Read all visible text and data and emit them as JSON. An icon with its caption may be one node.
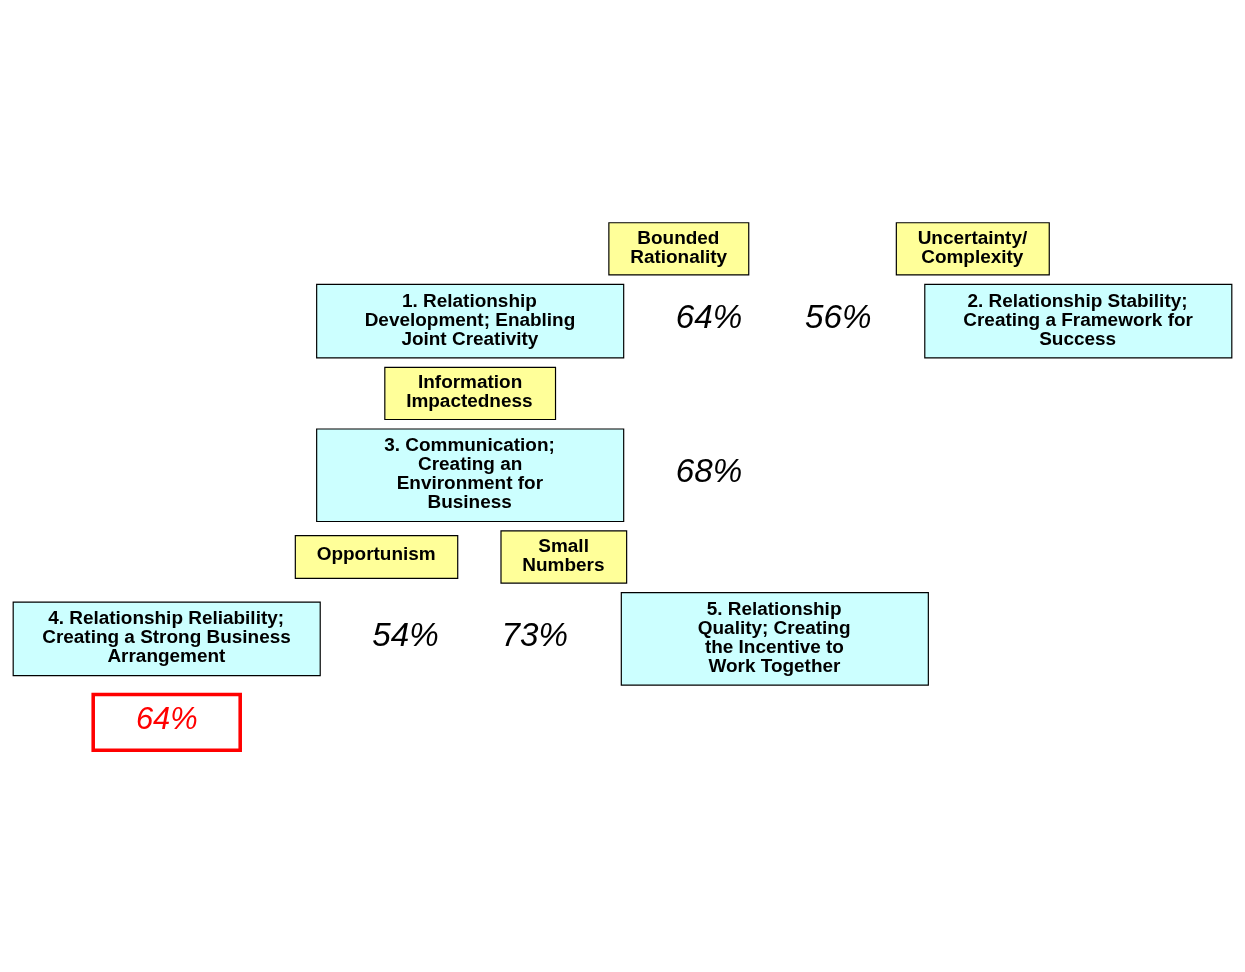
{
  "diagram": {
    "nodes": [
      {
        "text": [
          "Bounded Rationality"
        ]
      },
      {
        "text": [
          "1. Relationship Development; Enabling Joint Creativity"
        ]
      },
      {
        "text": [
          "Uncertainty/ Complexity"
        ]
      },
      {
        "text": [
          "2. Relationship Stability; Creating a Framework for Success"
        ]
      },
      {
        "text": [
          "Information Impactedness"
        ]
      },
      {
        "text": [
          "3. Communication; Creating an Environment for Business"
        ]
      },
      {
        "text": [
          "Opportunism"
        ]
      },
      {
        "text": [
          "4. Relationship Reliability; Creating a Strong Business Arrangement"
        ]
      },
      {
        "text": [
          "Small Numbers"
        ]
      },
      {
        "text": [
          "5. Relationship Quality; Creating the Incentive to Work Together"
        ]
      },
      {
        "text": [
          "64%"
        ]
      }
    ],
    "edges": [],
    "labels": [
      "64%",
      "56%",
      "68%",
      "54%",
      "73%"
    ]
  }
}
